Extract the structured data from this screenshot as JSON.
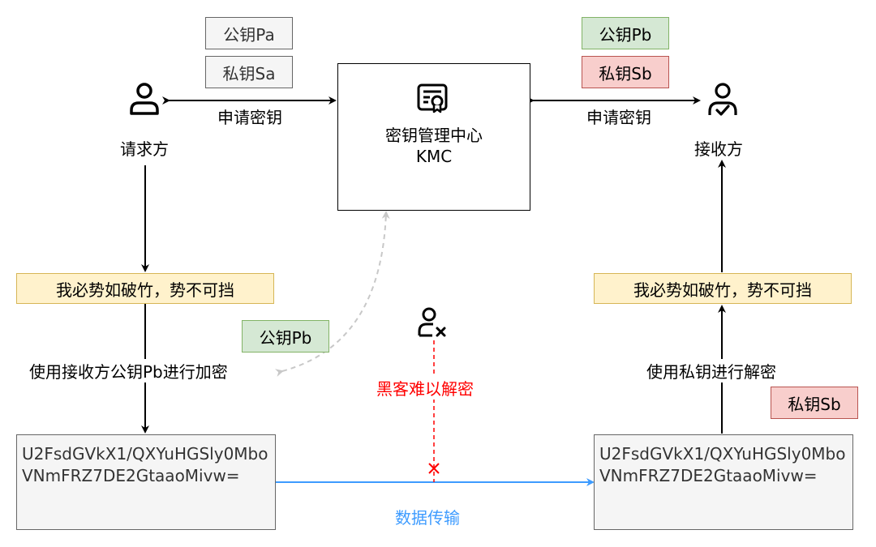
{
  "kmc": {
    "title": "密钥管理中心",
    "subtitle": "KMC",
    "icon": "certificate-icon"
  },
  "requester": {
    "label": "请求方",
    "icon": "user-icon",
    "public_key": "公钥Pa",
    "private_key": "私钥Sa",
    "request_label": "申请密钥"
  },
  "receiver": {
    "label": "接收方",
    "icon": "user-check-icon",
    "public_key": "公钥Pb",
    "private_key": "私钥Sb",
    "request_label": "申请密钥"
  },
  "plaintext": "我必势如破竹，势不可挡",
  "encrypt_label": "使用接收方公钥Pb进行加密",
  "encrypt_key": "公钥Pb",
  "decrypt_label": "使用私钥进行解密",
  "decrypt_key": "私钥Sb",
  "ciphertext": "U2FsdGVkX1/QXYuHGSly0MboVNmFRZ7DE2GtaaoMivw=",
  "hacker": {
    "icon": "user-x-icon",
    "label": "黑客难以解密"
  },
  "transfer_label": "数据传输",
  "colors": {
    "gray_fill": "#f5f5f5",
    "green_fill": "#d5e8d4",
    "red_fill": "#f8cecc",
    "yellow_fill": "#fff2cc",
    "red_text": "#ff0000",
    "blue": "#3d9bff"
  }
}
